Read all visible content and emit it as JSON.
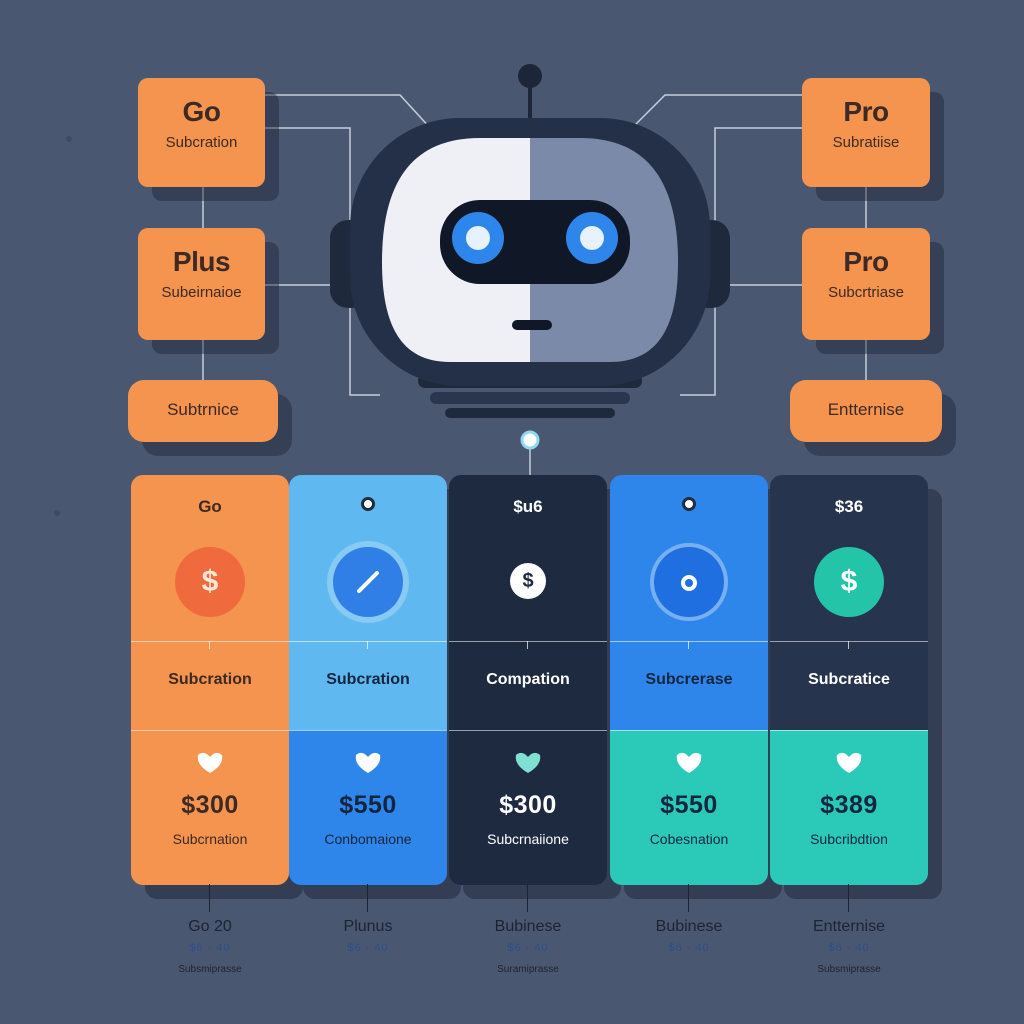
{
  "top_boxes": {
    "left": [
      {
        "title": "Go",
        "subtitle": "Subcration"
      },
      {
        "title": "Plus",
        "subtitle": "Subeirnaioe"
      },
      {
        "title": "",
        "subtitle": "Subtrnice"
      }
    ],
    "right": [
      {
        "title": "Pro",
        "subtitle": "Subratiise"
      },
      {
        "title": "Pro",
        "subtitle": "Subcrtriase"
      },
      {
        "title": "",
        "subtitle": "Entternise"
      }
    ]
  },
  "plans": [
    {
      "header": "Go",
      "coin_symbol": "$",
      "feature": "Subcration",
      "price": "$300",
      "price_sub": "Subcrnation",
      "colors": {
        "top": "#f4944e",
        "bottom": "#f4944e",
        "text": "#3d2a24",
        "coin_bg": "#ef6a3c",
        "coin_fg": "#ffe9d6"
      }
    },
    {
      "header": "",
      "coin_symbol": "",
      "feature": "Subcration",
      "price": "$550",
      "price_sub": "Conbomaione",
      "colors": {
        "top": "#5fb8ef",
        "bottom": "#2f86ea",
        "text": "#13263f",
        "coin_bg": "#2f7fe6",
        "coin_fg": "#ffffff"
      }
    },
    {
      "header": "$u6",
      "coin_symbol": "$",
      "feature": "Compation",
      "price": "$300",
      "price_sub": "Subcrnaiione",
      "colors": {
        "top": "#1e2a40",
        "bottom": "#1e2a40",
        "text": "#ffffff",
        "coin_bg": "#ffffff",
        "coin_fg": "#1e2a40"
      }
    },
    {
      "header": "",
      "coin_symbol": "",
      "feature": "Subcrerase",
      "price": "$550",
      "price_sub": "Cobesnation",
      "colors": {
        "top": "#2f86ea",
        "bottom": "#2bc9b8",
        "text": "#13263f",
        "coin_bg": "#1f6fe0",
        "coin_fg": "#ffffff"
      }
    },
    {
      "header": "$36",
      "coin_symbol": "$",
      "feature": "Subcratice",
      "price": "$389",
      "price_sub": "Subcribdtion",
      "colors": {
        "top": "#27344d",
        "bottom": "#2bc9b8",
        "text": "#ffffff",
        "coin_bg": "#23c4a8",
        "coin_fg": "#ffffff"
      }
    }
  ],
  "captions": [
    {
      "name": "Go 20",
      "meta": "$6 · 40",
      "meta2": "Subsmiprasse"
    },
    {
      "name": "Plunus",
      "meta": "$6 · 40",
      "meta2": ""
    },
    {
      "name": "Bubinese",
      "meta": "$6 · 40",
      "meta2": "Suramiprasse"
    },
    {
      "name": "Bubinese",
      "meta": "$6 · 40",
      "meta2": ""
    },
    {
      "name": "Entternise",
      "meta": "$6 · 40",
      "meta2": "Subsmiprasse"
    }
  ],
  "icons": {
    "robot": "robot-icon",
    "coin": "dollar-coin-icon",
    "slash": "slash-icon",
    "heart": "heart-icon"
  }
}
